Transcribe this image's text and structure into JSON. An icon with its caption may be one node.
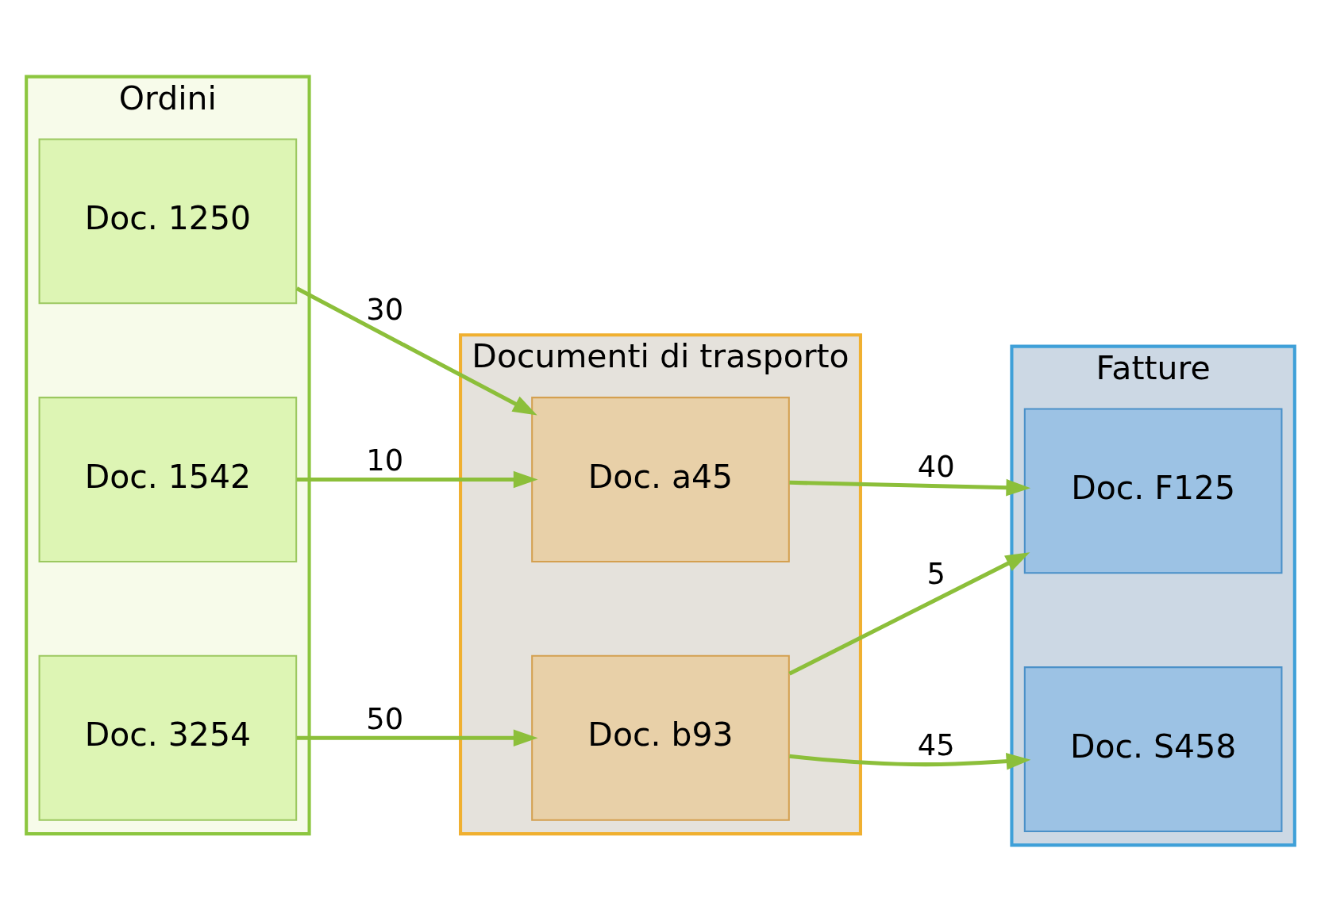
{
  "diagram": {
    "nodes": [
      {
        "text": [
          "Ordini"
        ]
      },
      {
        "text": [
          "Doc. 1250"
        ],
        "in": 0
      },
      {
        "text": [
          "Doc. 1542"
        ],
        "in": 0
      },
      {
        "text": [
          "Doc. 3254"
        ],
        "in": 0
      },
      {
        "text": [
          "Documenti di trasporto"
        ]
      },
      {
        "text": [
          "Doc. a45"
        ],
        "in": 4
      },
      {
        "text": [
          "Doc. b93"
        ],
        "in": 4
      },
      {
        "text": [
          "Fatture"
        ]
      },
      {
        "text": [
          "Doc. F125"
        ],
        "in": 7
      },
      {
        "text": [
          "Doc. S458"
        ],
        "in": 7
      }
    ],
    "edges": [
      {
        "from": 1,
        "to": 5,
        "arrow": "to",
        "label": "30"
      },
      {
        "from": 2,
        "to": 5,
        "arrow": "to",
        "label": "10"
      },
      {
        "from": 3,
        "to": 6,
        "arrow": "to",
        "label": "50"
      },
      {
        "from": 5,
        "to": 8,
        "arrow": "to",
        "label": "40"
      },
      {
        "from": 6,
        "to": 8,
        "arrow": "to",
        "label": "5"
      },
      {
        "from": 6,
        "to": 9,
        "arrow": "to",
        "label": "45"
      }
    ]
  }
}
